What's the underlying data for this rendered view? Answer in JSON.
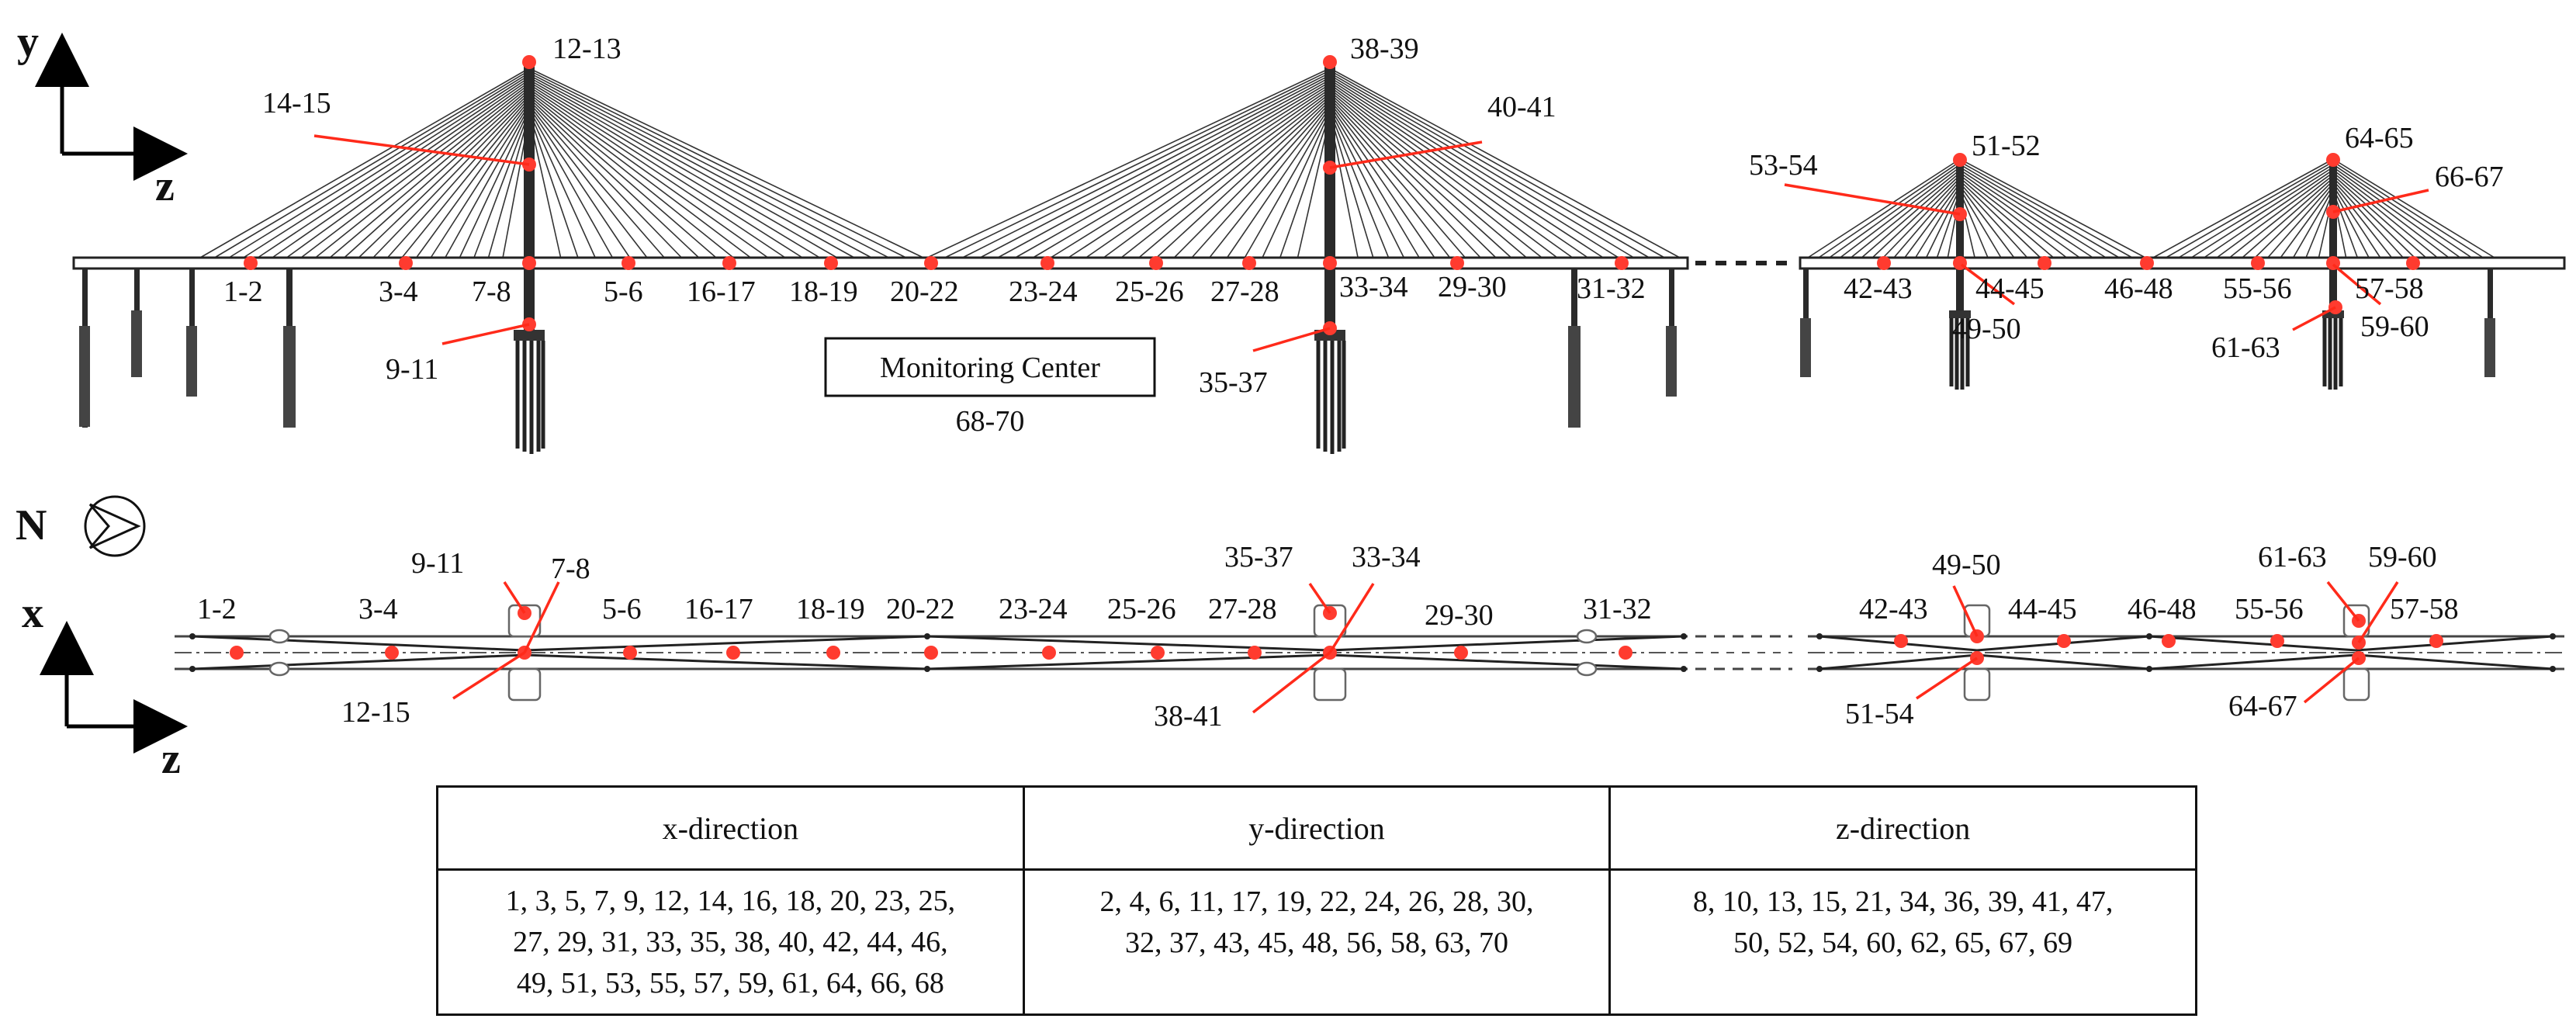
{
  "axes": {
    "elevation": {
      "vertical": "y",
      "horizontal": "z"
    },
    "plan": {
      "vertical": "x",
      "horizontal": "z"
    },
    "north": "N"
  },
  "monitoring_center": {
    "name": "Monitoring Center",
    "ids": "68-70"
  },
  "elevation_labels": {
    "top_12_13": "12-13",
    "top_38_39": "38-39",
    "top_51_52": "51-52",
    "top_64_65": "64-65",
    "tower_14_15": "14-15",
    "tower_40_41": "40-41",
    "tower_53_54": "53-54",
    "tower_66_67": "66-67",
    "deck_1_2": "1-2",
    "deck_3_4": "3-4",
    "deck_7_8": "7-8",
    "deck_5_6": "5-6",
    "deck_16_17": "16-17",
    "deck_18_19": "18-19",
    "deck_20_22": "20-22",
    "deck_23_24": "23-24",
    "deck_25_26": "25-26",
    "deck_27_28": "27-28",
    "deck_33_34": "33-34",
    "deck_29_30": "29-30",
    "deck_31_32": "31-32",
    "deck_42_43": "42-43",
    "deck_44_45": "44-45",
    "deck_46_48": "46-48",
    "deck_55_56": "55-56",
    "deck_57_58": "57-58",
    "deck_49_50": "49-50",
    "deck_59_60": "59-60",
    "base_9_11": "9-11",
    "base_35_37": "35-37",
    "base_61_63": "61-63"
  },
  "plan_labels": {
    "p_1_2": "1-2",
    "p_3_4": "3-4",
    "p_9_11": "9-11",
    "p_7_8": "7-8",
    "p_5_6": "5-6",
    "p_16_17": "16-17",
    "p_18_19": "18-19",
    "p_20_22": "20-22",
    "p_23_24": "23-24",
    "p_25_26": "25-26",
    "p_27_28": "27-28",
    "p_35_37": "35-37",
    "p_33_34": "33-34",
    "p_29_30": "29-30",
    "p_31_32": "31-32",
    "p_12_15": "12-15",
    "p_38_41": "38-41",
    "p_42_43": "42-43",
    "p_49_50": "49-50",
    "p_44_45": "44-45",
    "p_46_48": "46-48",
    "p_55_56": "55-56",
    "p_61_63": "61-63",
    "p_59_60": "59-60",
    "p_57_58": "57-58",
    "p_51_54": "51-54",
    "p_64_67": "64-67"
  },
  "table": {
    "headers": [
      "x-direction",
      "y-direction",
      "z-direction"
    ],
    "rows": [
      {
        "x": [
          "1, 3, 5, 7, 9, 12, 14, 16, 18, 20, 23, 25,",
          "27, 29, 31, 33, 35, 38, 40, 42, 44, 46,",
          "49, 51, 53, 55, 57, 59, 61, 64, 66, 68"
        ],
        "y": [
          "2, 4, 6, 11, 17, 19, 22, 24, 26, 28, 30,",
          "32, 37, 43, 45, 48, 56, 58, 63, 70"
        ],
        "z": [
          "8, 10, 13, 15, 21, 34, 36, 39, 41, 47,",
          "50, 52, 54, 60, 62, 65, 67, 69"
        ]
      }
    ]
  },
  "colors": {
    "sensor": "#ff3b2f",
    "leader": "#ff2a1a",
    "structure": "#222222"
  }
}
